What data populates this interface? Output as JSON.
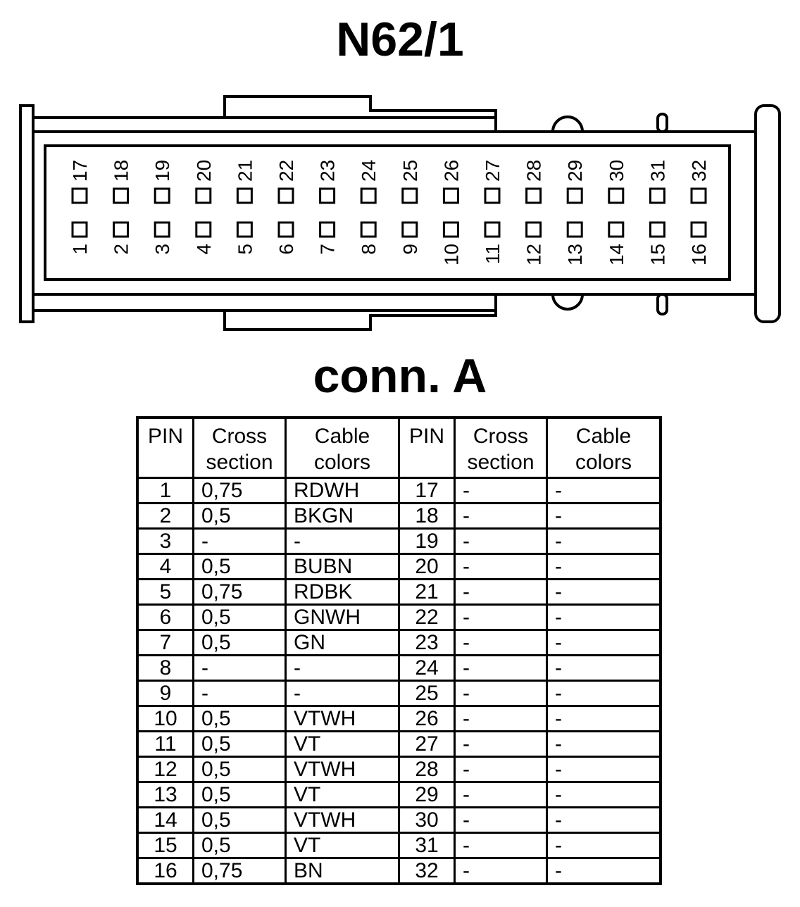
{
  "diagram": {
    "title": "N62/1",
    "subtitle": "conn. A",
    "pins_top": [
      "17",
      "18",
      "19",
      "20",
      "21",
      "22",
      "23",
      "24",
      "25",
      "26",
      "27",
      "28",
      "29",
      "30",
      "31",
      "32"
    ],
    "pins_bottom": [
      "1",
      "2",
      "3",
      "4",
      "5",
      "6",
      "7",
      "8",
      "9",
      "10",
      "11",
      "12",
      "13",
      "14",
      "15",
      "16"
    ]
  },
  "table": {
    "headers": [
      [
        "PIN"
      ],
      [
        "Cross",
        "section"
      ],
      [
        "Cable",
        "colors"
      ],
      [
        "PIN"
      ],
      [
        "Cross",
        "section"
      ],
      [
        "Cable",
        "colors"
      ]
    ],
    "rows": [
      [
        "1",
        "0,75",
        "RDWH",
        "17",
        "-",
        "-"
      ],
      [
        "2",
        "0,5",
        "BKGN",
        "18",
        "-",
        "-"
      ],
      [
        "3",
        "-",
        "-",
        "19",
        "-",
        "-"
      ],
      [
        "4",
        "0,5",
        "BUBN",
        "20",
        "-",
        "-"
      ],
      [
        "5",
        "0,75",
        "RDBK",
        "21",
        "-",
        "-"
      ],
      [
        "6",
        "0,5",
        "GNWH",
        "22",
        "-",
        "-"
      ],
      [
        "7",
        "0,5",
        "GN",
        "23",
        "-",
        "-"
      ],
      [
        "8",
        "-",
        "-",
        "24",
        "-",
        "-"
      ],
      [
        "9",
        "-",
        "-",
        "25",
        "-",
        "-"
      ],
      [
        "10",
        "0,5",
        "VTWH",
        "26",
        "-",
        "-"
      ],
      [
        "11",
        "0,5",
        "VT",
        "27",
        "-",
        "-"
      ],
      [
        "12",
        "0,5",
        "VTWH",
        "28",
        "-",
        "-"
      ],
      [
        "13",
        "0,5",
        "VT",
        "29",
        "-",
        "-"
      ],
      [
        "14",
        "0,5",
        "VTWH",
        "30",
        "-",
        "-"
      ],
      [
        "15",
        "0,5",
        "VT",
        "31",
        "-",
        "-"
      ],
      [
        "16",
        "0,75",
        "BN",
        "32",
        "-",
        "-"
      ]
    ]
  }
}
